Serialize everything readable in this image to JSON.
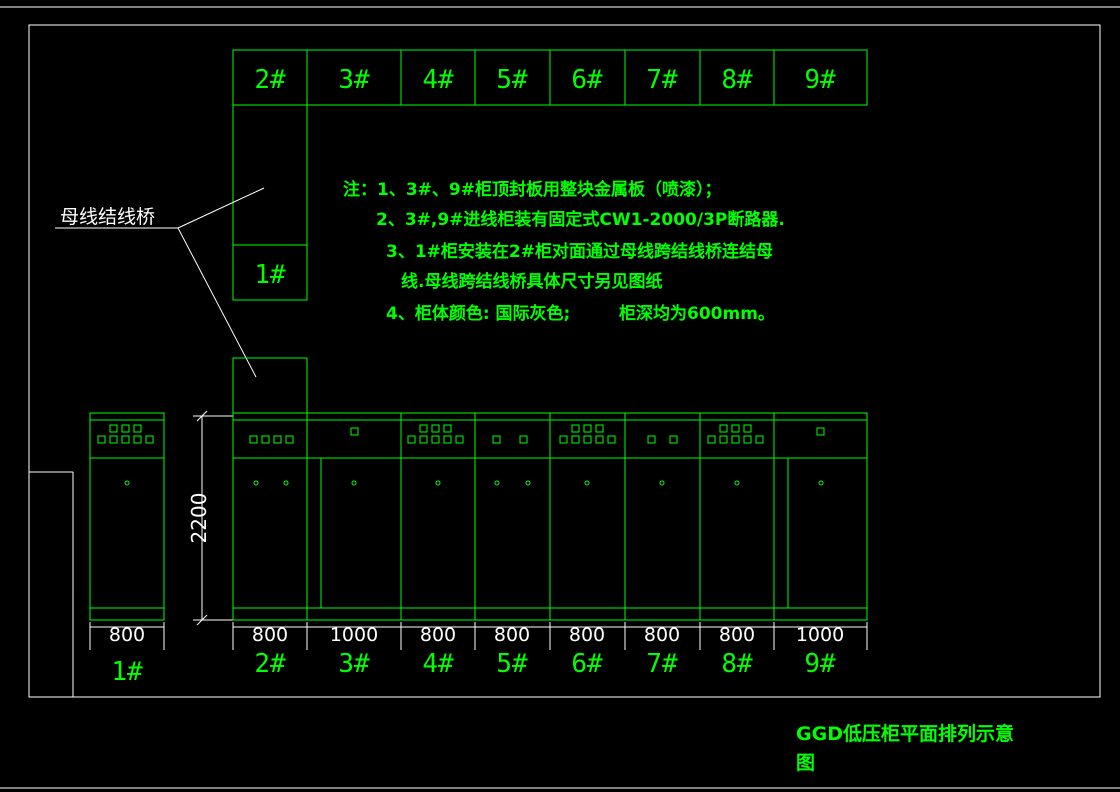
{
  "plan_labels": [
    "2#",
    "3#",
    "4#",
    "5#",
    "6#",
    "7#",
    "8#",
    "9#"
  ],
  "plan_label_1": "1#",
  "bridge_label": "母线结线桥",
  "notes": [
    "注：1、3#、9#柜顶封板用整块金属板（喷漆）；",
    "2、3#,9#进线柜装有固定式CW1-2000/3P断路器.",
    "3、1#柜安装在2#柜对面通过母线跨结线桥连结母",
    "线.母线跨结线桥具体尺寸另见图纸",
    "4、柜体颜色: 国际灰色;",
    "柜深均为600mm。"
  ],
  "height_label": "2200",
  "cabinet_1": {
    "width_label": "800",
    "label": "1#"
  },
  "cabinets": [
    {
      "label": "2#",
      "width_label": "800"
    },
    {
      "label": "3#",
      "width_label": "1000"
    },
    {
      "label": "4#",
      "width_label": "800"
    },
    {
      "label": "5#",
      "width_label": "800"
    },
    {
      "label": "6#",
      "width_label": "800"
    },
    {
      "label": "7#",
      "width_label": "800"
    },
    {
      "label": "8#",
      "width_label": "800"
    },
    {
      "label": "9#",
      "width_label": "1000"
    }
  ],
  "title_line1": "GGD低压柜平面排列示意",
  "title_line2": "图",
  "colors": {
    "line": "#00ff00",
    "frame": "#ffffff",
    "background": "#000000"
  }
}
